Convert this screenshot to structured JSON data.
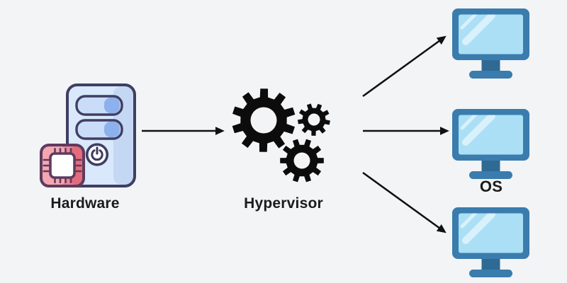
{
  "diagram": {
    "type": "virtualization-architecture",
    "nodes": {
      "hardware": {
        "label": "Hardware",
        "icon": "computer-tower-cpu-chip-icon"
      },
      "hypervisor": {
        "label": "Hypervisor",
        "icon": "gears-icon"
      },
      "os": {
        "label": "OS",
        "icon": "monitor-icon",
        "instance_count": 3
      }
    },
    "edges": [
      {
        "from": "Hardware",
        "to": "Hypervisor"
      },
      {
        "from": "Hypervisor",
        "to": "OS-vm-1"
      },
      {
        "from": "Hypervisor",
        "to": "OS-vm-2"
      },
      {
        "from": "Hypervisor",
        "to": "OS-vm-3"
      }
    ],
    "colors": {
      "background": "#f3f4f5",
      "outline_navy": "#403e63",
      "tower_fill": "#d9e8fb",
      "tower_shade": "#c4d8f4",
      "slot_fill": "#c9ddf8",
      "slot_cap": "#8cb1ec",
      "chip_fill": "#ee8793",
      "chip_fill_light": "#f5a7b0",
      "chip_fill_dark": "#e56b7c",
      "chip_outline": "#5e3b5f",
      "gear_black": "#0c0c0c",
      "arrow_black": "#111111",
      "monitor_frame": "#3a7cad",
      "monitor_screen": "#abdff5",
      "monitor_neck": "#2e6a94",
      "label_text": "#1b1b1b"
    }
  }
}
